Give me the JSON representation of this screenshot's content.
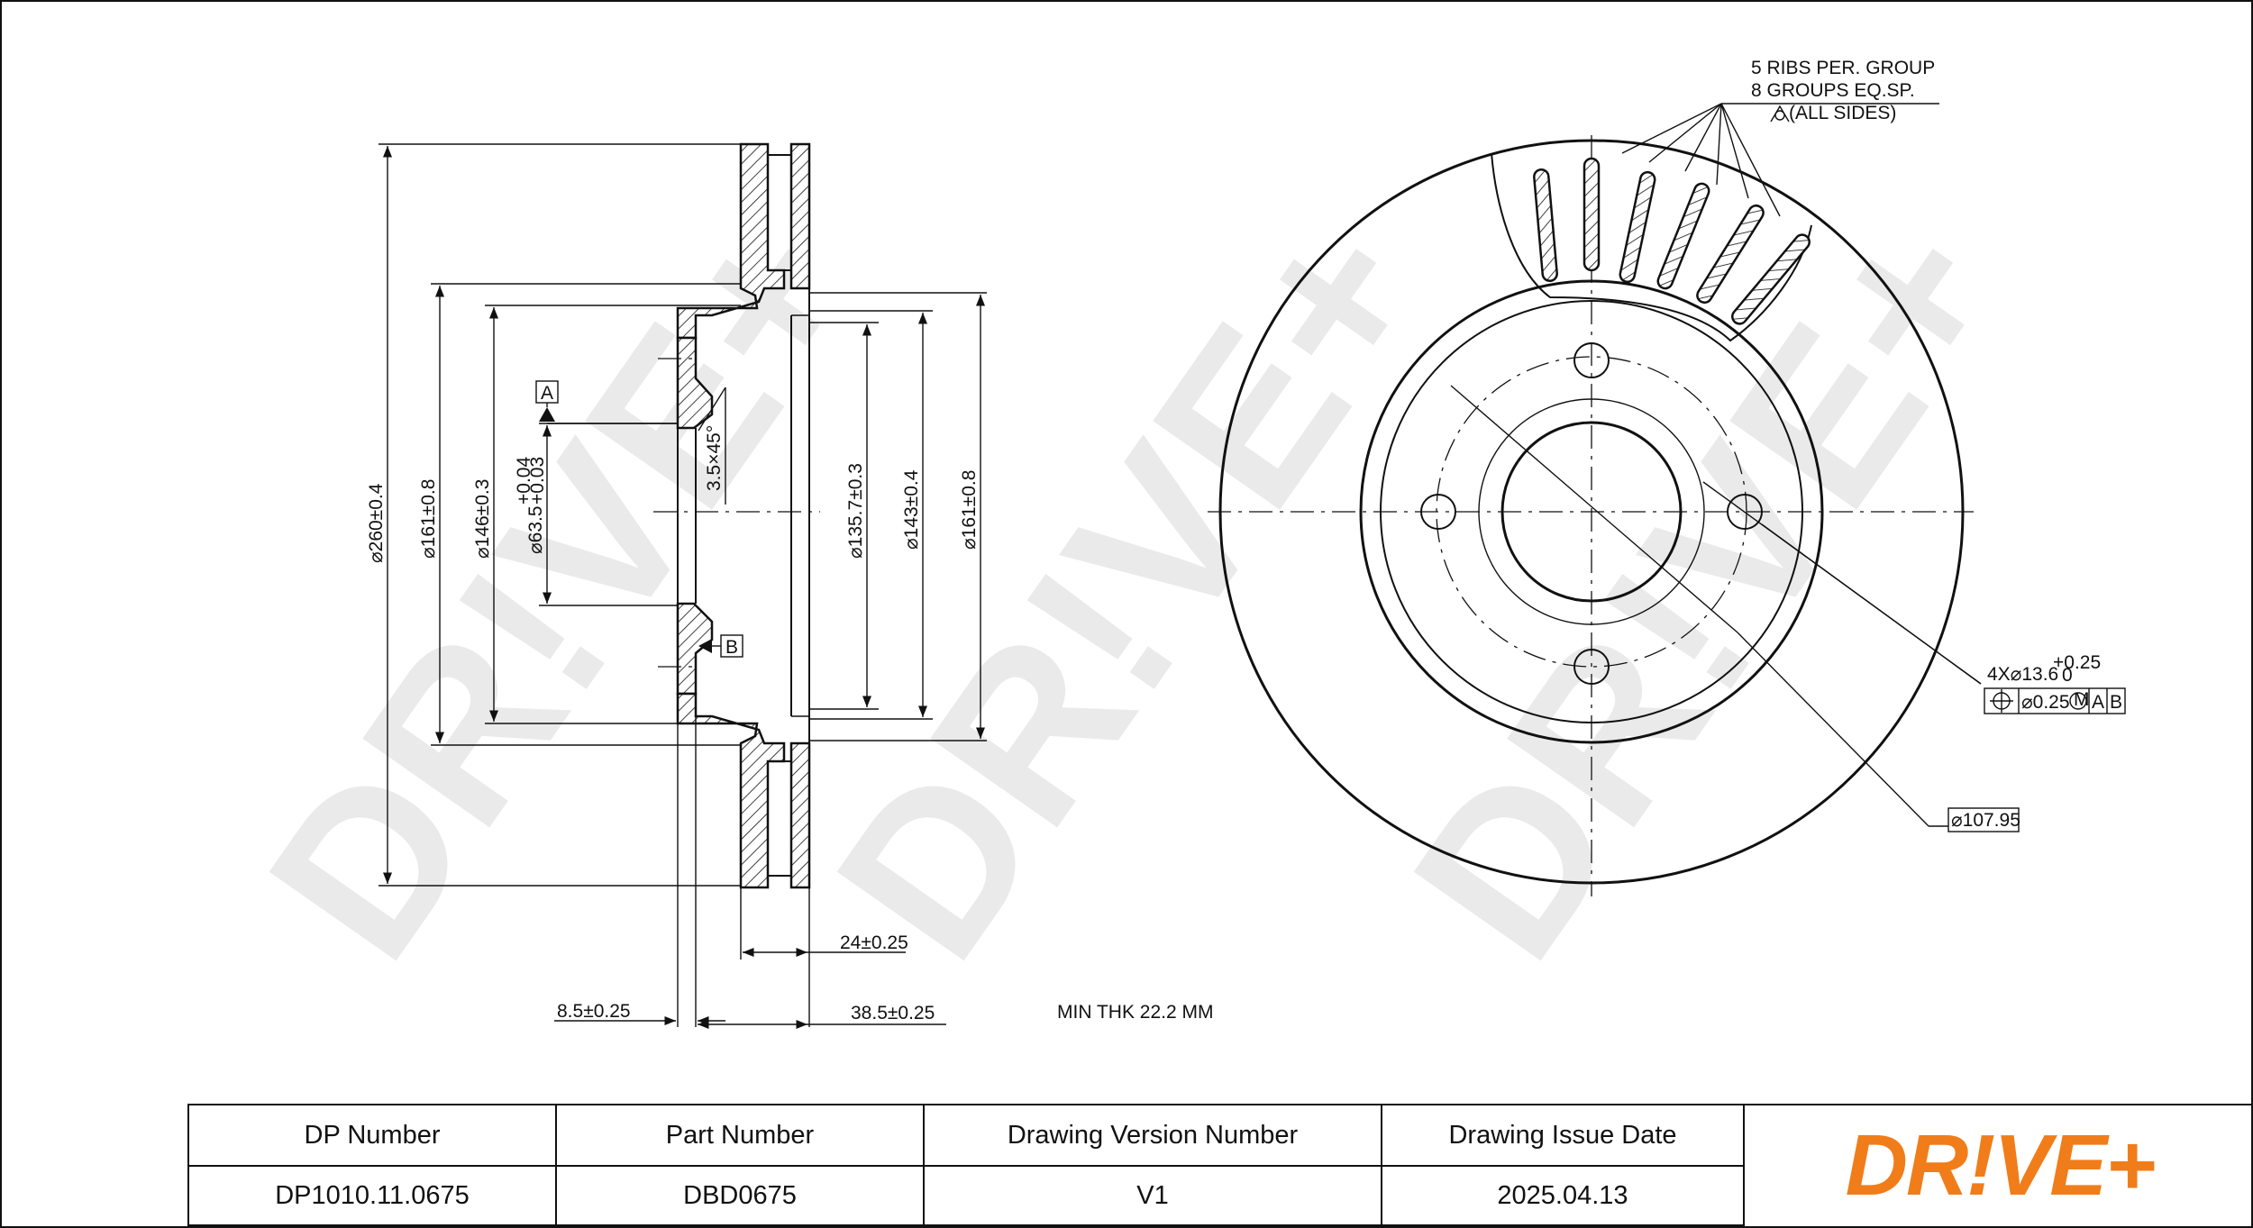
{
  "dimensions": {
    "d_outer": "⌀260±0.4",
    "d_161_left": "⌀161±0.8",
    "d_146": "⌀146±0.3",
    "d_63": "⌀63.5",
    "d_63_tol_upper": "+0.04",
    "d_63_tol_lower": "+0.03",
    "d_135": "⌀135.7±0.3",
    "d_143": "⌀143±0.4",
    "d_161_right": "⌀161±0.8",
    "thickness": "24±0.25",
    "offset_small": "8.5±0.25",
    "offset_large": "38.5±0.25",
    "chamfer": "3.5×45°",
    "min_thk": "MIN THK 22.2 MM",
    "bolt_holes": "4X⌀13.6",
    "bolt_tol_upper": "+0.25",
    "bolt_tol_lower": "0",
    "bolt_position": "⌀0.25",
    "bolt_modifier": "M",
    "pcd": "⌀107.95",
    "datum_a": "A",
    "datum_b": "B"
  },
  "ribs_note": {
    "line1": "5 RIBS PER. GROUP",
    "line2": "8 GROUPS EQ.SP.",
    "line3": "(ALL SIDES)"
  },
  "watermark": "DR!VE+",
  "title_block": {
    "headers": [
      "DP Number",
      "Part Number",
      "Drawing Version Number",
      "Drawing Issue Date"
    ],
    "values": [
      "DP1010.11.0675",
      "DBD0675",
      "V1",
      "2025.04.13"
    ],
    "logo": "DR!VE+"
  },
  "colors": {
    "logo": "#f07d1a",
    "watermark": "#d9d9d9",
    "line": "#111111"
  }
}
